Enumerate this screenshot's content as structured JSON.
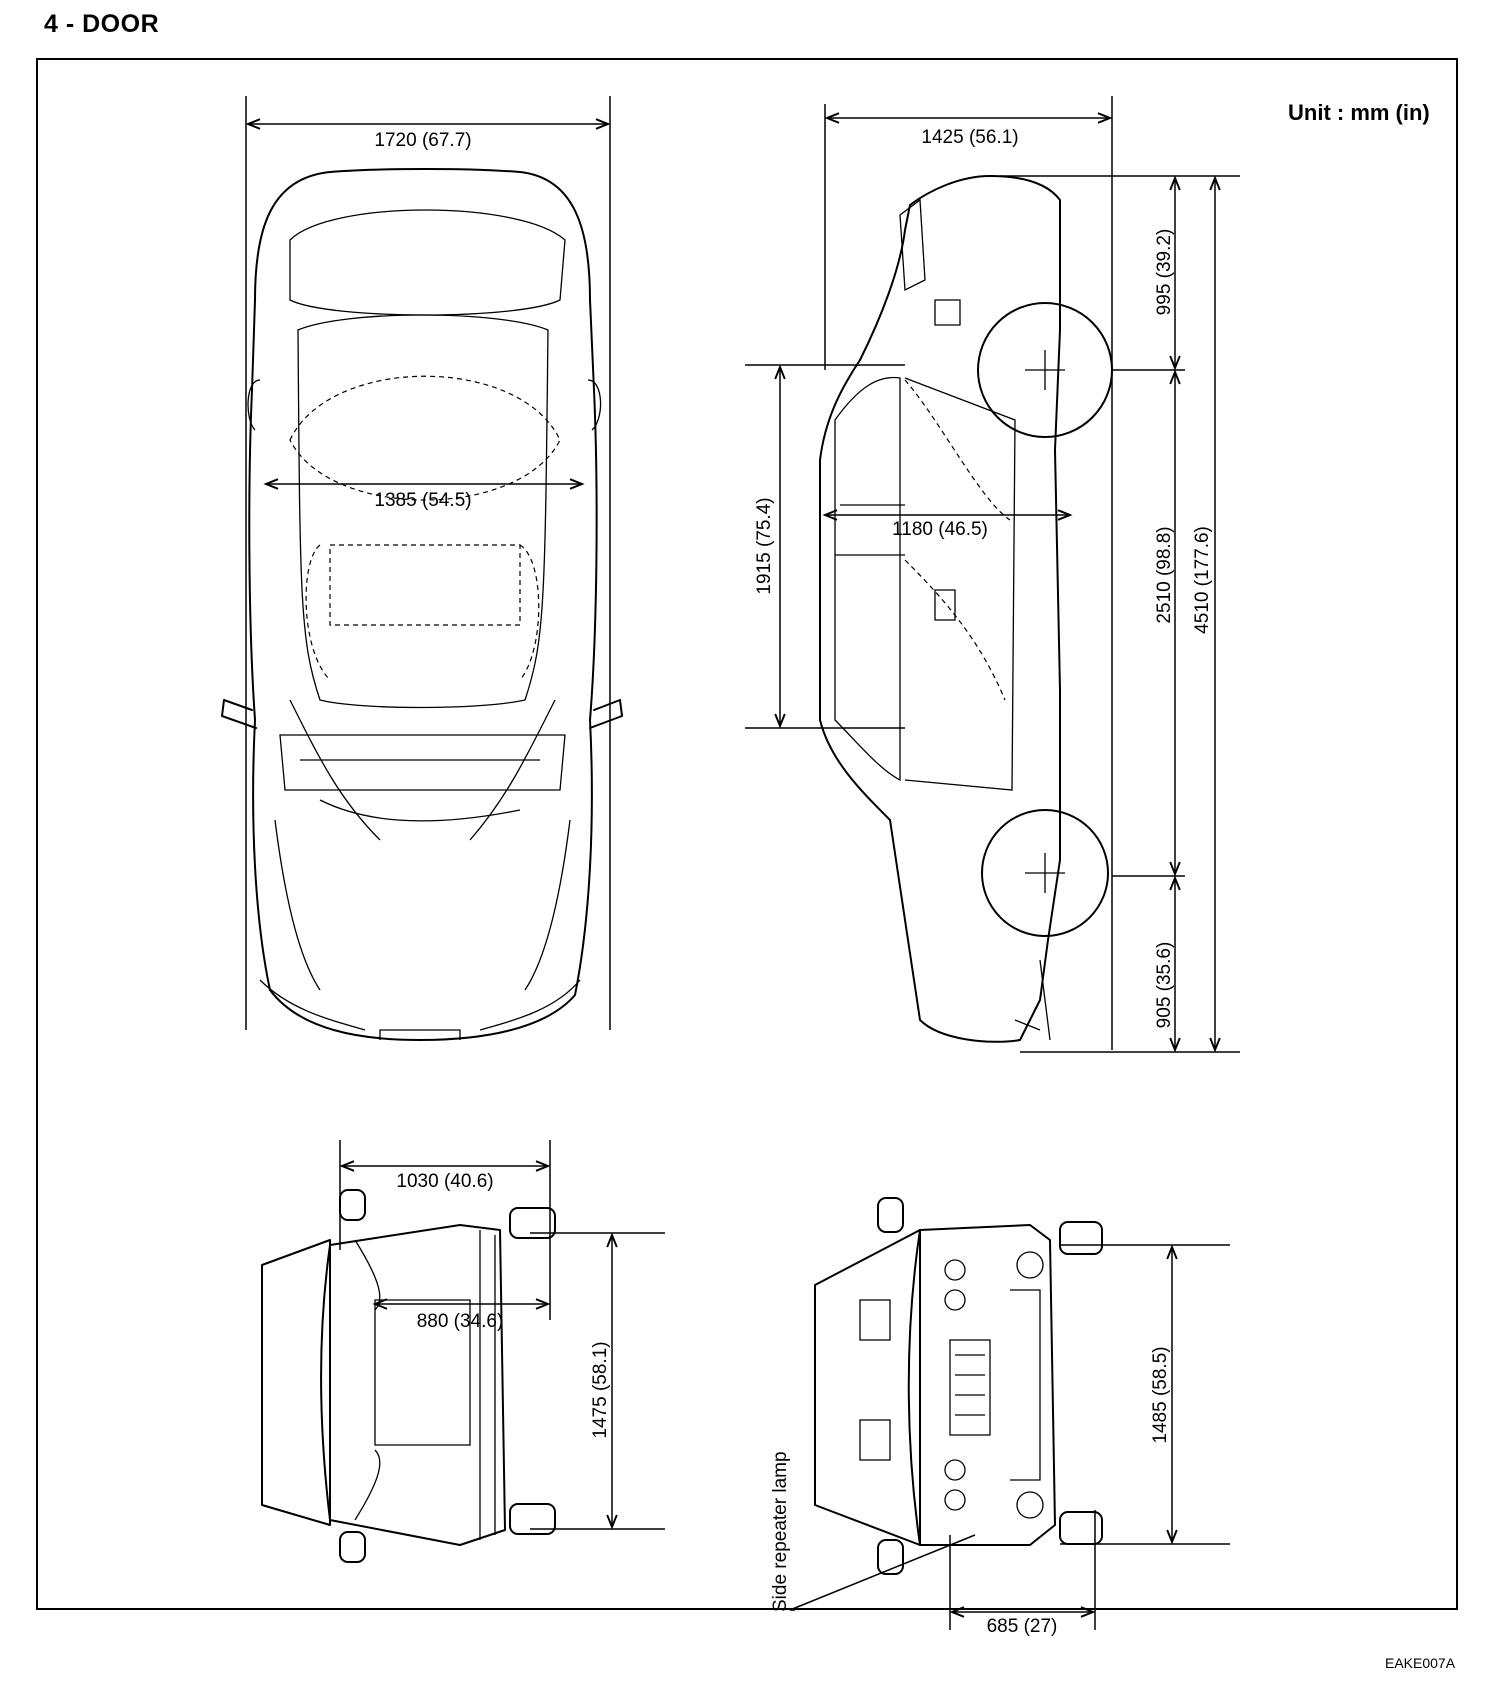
{
  "title": "4 - DOOR",
  "unit": "Unit : mm (in)",
  "figure_code": "EAKE007A",
  "dimensions": {
    "overall_width": "1720 (67.7)",
    "inner_width": "1385 (54.5)",
    "height": "1425 (56.1)",
    "front_overhang": "995 (39.2)",
    "wheelbase": "2510 (98.8)",
    "overall_length": "4510 (177.6)",
    "rear_overhang": "905 (35.6)",
    "cabin_length": "1915 (75.4)",
    "cabin_width": "1180 (46.5)",
    "rear_upper_width": "1030 (40.6)",
    "rear_glass_width": "880 (34.6)",
    "rear_track": "1475 (58.1)",
    "front_track": "1485 (58.5)",
    "front_lower": "685 (27)"
  },
  "notes": {
    "side_repeater_lamp": "Side repeater lamp"
  }
}
